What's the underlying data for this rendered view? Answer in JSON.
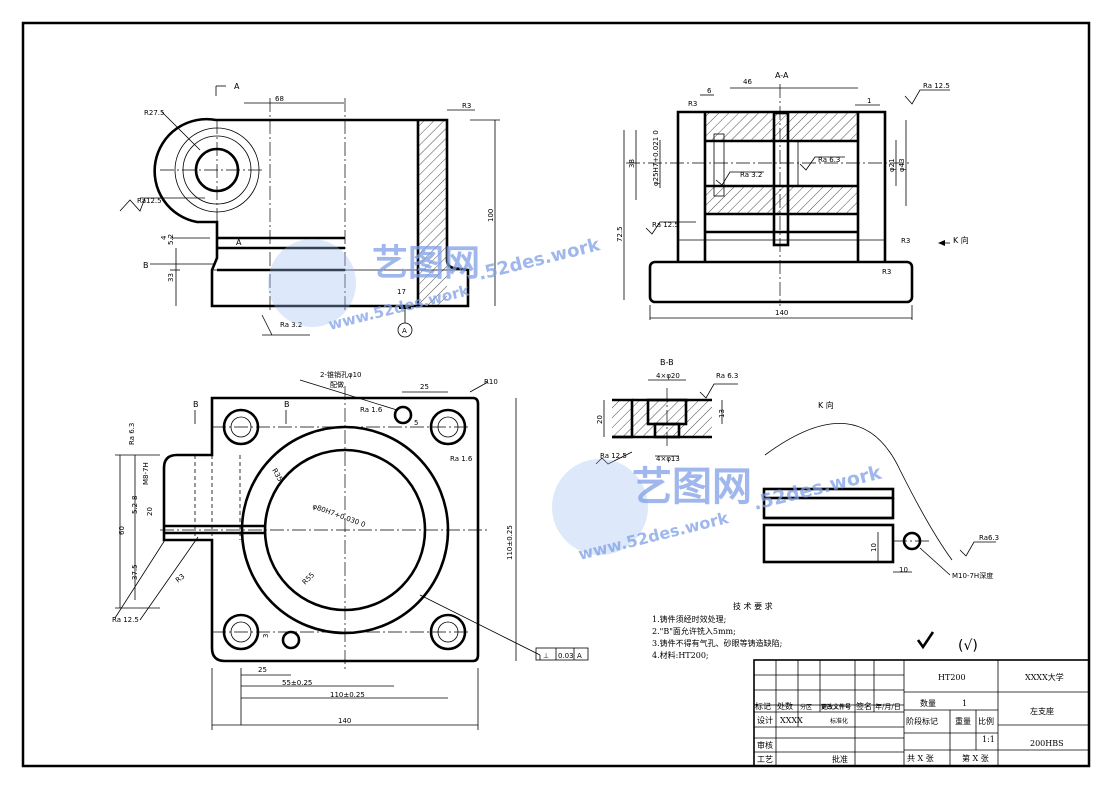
{
  "drawing": {
    "views": {
      "section_aa": "A-A",
      "section_bb": "B-B",
      "view_k": "K 向",
      "k_direction": "K 向",
      "cut_a": "A",
      "cut_b": "B",
      "datum": "A"
    },
    "front_dims": {
      "d68": "68",
      "r275": "R27.5",
      "r3": "R3",
      "d100": "100",
      "d33": "33",
      "d52": "5.2",
      "d4": "4",
      "ra125": "Ra12.5",
      "ra32": "Ra 3.2",
      "d17": "17"
    },
    "section_dims": {
      "d46": "46",
      "d6": "6",
      "r3a": "R3",
      "d1": "1",
      "ra125": "Ra 12.5",
      "d38": "38",
      "d25": "φ25H7+0.021 0",
      "ra63": "Ra 6.3",
      "ra32": "Ra 3.2",
      "d21": "φ21",
      "d43": "φ43",
      "ra125b": "Ra 12.5",
      "d725": "72.5",
      "r3b": "R3",
      "r3c": "R3",
      "d140": "140"
    },
    "top_dims": {
      "holes": "2-锥销孔φ10",
      "fit": "配做",
      "d25": "25",
      "r10": "R10",
      "ra16a": "Ra 1.6",
      "ra16b": "Ra 1.6",
      "d5": "5",
      "ra63": "Ra 6.3",
      "m8": "M8-7H",
      "d8": "8",
      "d52": "5.2",
      "d20": "20",
      "d60": "60",
      "d375": "37.5",
      "r35": "R35",
      "r3": "R3",
      "r55": "R55",
      "phi80": "φ80H7+0.030 0",
      "d110a": "110±0.25",
      "ra125": "Ra 12.5",
      "d3": "3",
      "d25b": "25",
      "d55": "55±0.25",
      "d110b": "110±0.25",
      "d140": "140",
      "tol_sym": "⊥",
      "tol_val": "0.03",
      "tol_ref": "A"
    },
    "bb_dims": {
      "holes20": "4×φ20",
      "ra63": "Ra 6.3",
      "d20": "20",
      "d13": "13",
      "ra125": "Ra 12.5",
      "holes13": "4×φ13"
    },
    "k_dims": {
      "ra63": "Ra6.3",
      "d10a": "10",
      "d10b": "10",
      "thread": "M10-7H深度"
    }
  },
  "tech_req": {
    "title": "技 术 要 求",
    "lines": [
      "1.铸件须经时效处理;",
      "2.\"B\"面允许铣入5mm;",
      "3.铸件不得有气孔、砂眼等铸造缺陷;",
      "4.材料:HT200;"
    ]
  },
  "roughness_note": "(√)",
  "title_block": {
    "material": "HT200",
    "company": "XXXX大学",
    "quantity_label": "数量",
    "quantity": "1",
    "part_name": "左支座",
    "stage_label": "阶段标记",
    "weight_label": "重量",
    "scale_label": "比例",
    "scale": "1:1",
    "code": "200HBS",
    "sheets_total": "共 X 张",
    "sheet_num": "第 X 张",
    "h_mark": "标记",
    "h_qty": "处数",
    "h_zone": "分区",
    "h_doc": "更改文件号",
    "h_sign": "签名",
    "h_date": "年/月/日",
    "design": "设计",
    "designer": "XXXX",
    "standard": "标准化",
    "review": "审核",
    "process": "工艺",
    "approve": "批准"
  },
  "watermark": {
    "brand": "艺图网",
    "domain": ".52des.work",
    "url": "www.52des.work"
  }
}
